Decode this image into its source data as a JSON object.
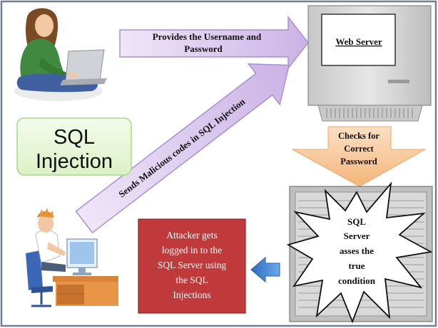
{
  "diagram": {
    "arrow_top_label_line1": "Provides the Username and",
    "arrow_top_label_line2": "Password",
    "web_server_label": "Web  Server",
    "diagonal_arrow_label": "Sends Malicious codes in SQL Injection",
    "sql_injection_title_line1": "SQL",
    "sql_injection_title_line2": "Injection",
    "checks_line1": "Checks for",
    "checks_line2": "Correct",
    "checks_line3": "Password",
    "sql_server_line1": "SQL",
    "sql_server_line2": "Server",
    "sql_server_line3": "asses the",
    "sql_server_line4": "true",
    "sql_server_line5": "condition",
    "attacker_line1": "Attacker gets",
    "attacker_line2": "logged in to the",
    "attacker_line3": "SQL Server using",
    "attacker_line4": "the SQL",
    "attacker_line5": "Injections"
  },
  "colors": {
    "lavender_arrow": "#d9c6ee",
    "lavender_arrow_edge": "#a98fce",
    "green_box": "#e9f7d8",
    "green_box_edge": "#a9d78a",
    "orange_arrow": "#f7c89a",
    "red_box": "#c0393b",
    "blue_arrow": "#3b7fd0",
    "border": "#6e7f96"
  },
  "icons": {
    "woman": "woman-with-laptop-icon",
    "attacker": "attacker-at-computer-icon",
    "web_server": "web-server-computer-icon",
    "sql_server": "sql-server-machine-icon"
  }
}
